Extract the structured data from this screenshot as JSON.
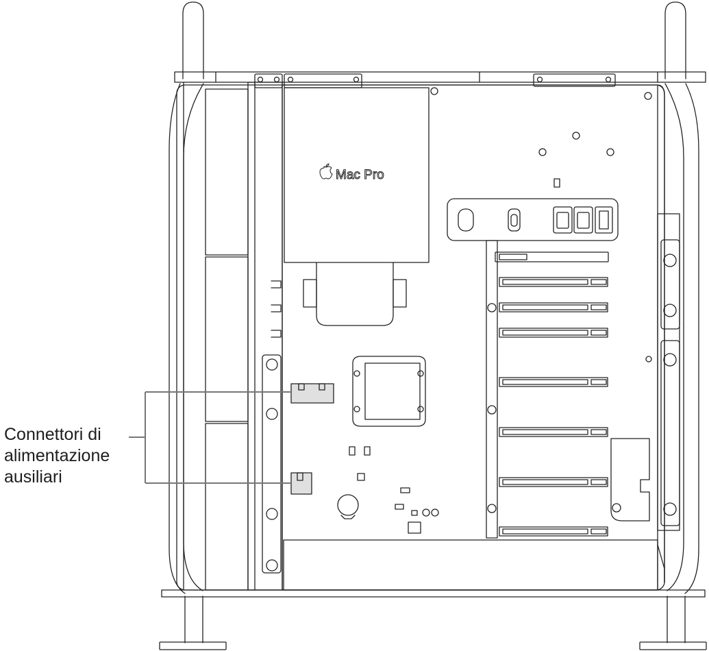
{
  "image": {
    "width": 1035,
    "height": 950,
    "background": "#ffffff",
    "line_color": "#222222",
    "highlight_color": "#e0e0e0",
    "callout_line_color": "#777777"
  },
  "diagram": {
    "product_logo_icon": "apple-logo-icon",
    "product_name": "Mac Pro"
  },
  "callout": {
    "lines": [
      "Connettori di",
      "alimentazione",
      "ausiliari"
    ],
    "target_count": 2
  }
}
